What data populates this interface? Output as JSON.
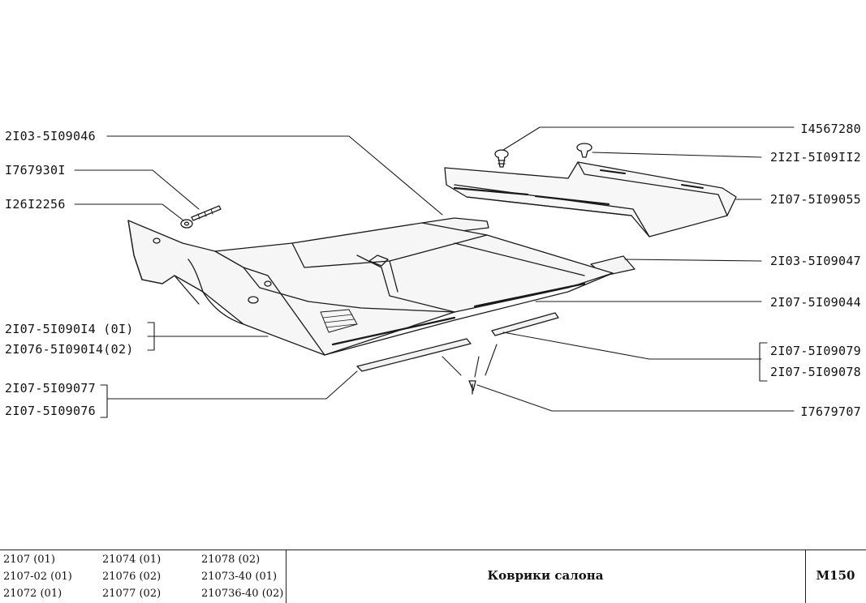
{
  "callouts": [
    {
      "id": "c1",
      "part": "2I03-5I09046"
    },
    {
      "id": "c2",
      "part": "I767930I"
    },
    {
      "id": "c3",
      "part": "I26I2256"
    },
    {
      "id": "c4",
      "part": "2I07-5I090I4 (0I)"
    },
    {
      "id": "c5",
      "part": "2I076-5I090I4(02)"
    },
    {
      "id": "c6",
      "part": "2I07-5I09077"
    },
    {
      "id": "c7",
      "part": "2I07-5I09076"
    },
    {
      "id": "c8",
      "part": "I4567280"
    },
    {
      "id": "c9",
      "part": "2I2I-5I09II2"
    },
    {
      "id": "c10",
      "part": "2I07-5I09055"
    },
    {
      "id": "c11",
      "part": "2I03-5I09047"
    },
    {
      "id": "c12",
      "part": "2I07-5I09044"
    },
    {
      "id": "c13",
      "part": "2I07-5I09079"
    },
    {
      "id": "c14",
      "part": "2I07-5I09078"
    },
    {
      "id": "c15",
      "part": "I7679707"
    }
  ],
  "footer": {
    "models": [
      [
        "2107 (01)",
        "21074 (01)",
        "21078 (02)"
      ],
      [
        "2107-02 (01)",
        "21076 (02)",
        "21073-40 (01)"
      ],
      [
        "21072 (01)",
        "21077 (02)",
        "210736-40 (02)"
      ]
    ],
    "title": "Коврики салона",
    "code": "M150"
  }
}
